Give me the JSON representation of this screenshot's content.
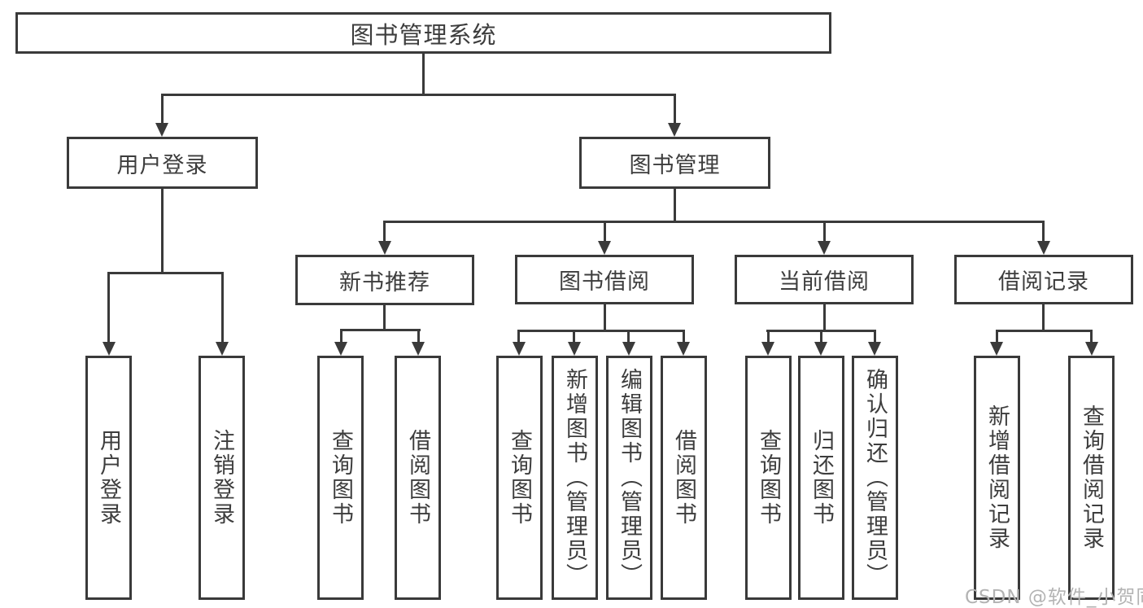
{
  "diagram": {
    "root": {
      "label": "图书管理系统"
    },
    "children": [
      {
        "label": "用户登录",
        "children": [
          {
            "label": "用户登录"
          },
          {
            "label": "注销登录"
          }
        ]
      },
      {
        "label": "图书管理",
        "children": [
          {
            "label": "新书推荐",
            "children": [
              {
                "label": "查询图书"
              },
              {
                "label": "借阅图书"
              }
            ]
          },
          {
            "label": "图书借阅",
            "children": [
              {
                "label": "查询图书"
              },
              {
                "label": "新增图书（管理员）"
              },
              {
                "label": "编辑图书（管理员）"
              },
              {
                "label": "借阅图书"
              }
            ]
          },
          {
            "label": "当前借阅",
            "children": [
              {
                "label": "查询图书"
              },
              {
                "label": "归还图书"
              },
              {
                "label": "确认归还（管理员）"
              }
            ]
          },
          {
            "label": "借阅记录",
            "children": [
              {
                "label": "新增借阅记录"
              },
              {
                "label": "查询借阅记录"
              }
            ]
          }
        ]
      }
    ]
  },
  "icons": {
    "arrowhead": "filled-triangle-down"
  },
  "colors": {
    "line": "#3a3a3a",
    "text": "#3d3d3d",
    "background": "#ffffff",
    "watermark": "#b3b3b3"
  },
  "watermark": "CSDN @软件_小贺同学"
}
